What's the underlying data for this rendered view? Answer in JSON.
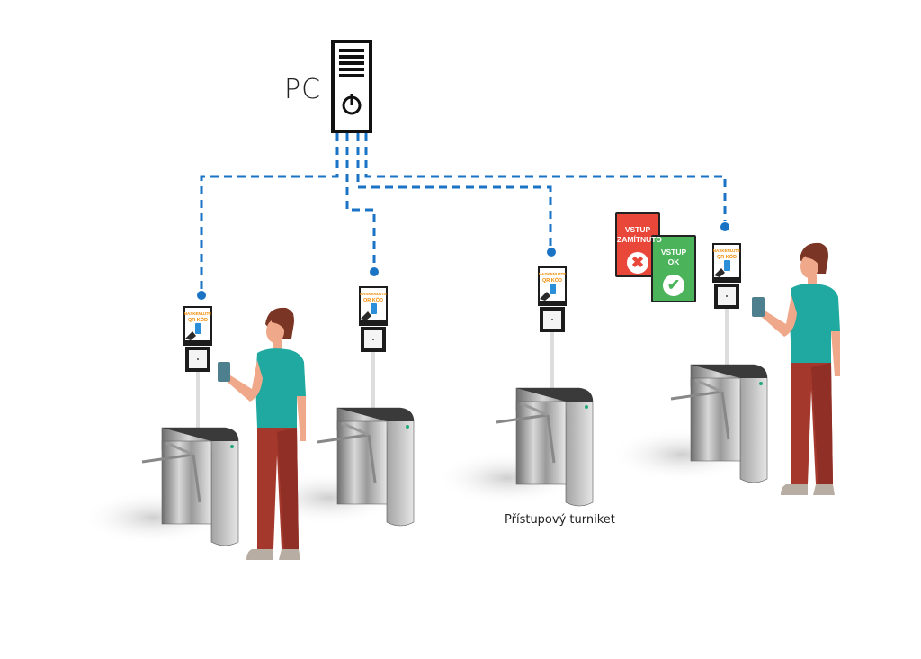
{
  "pc_label": "PC",
  "caption": "Přístupový turniket",
  "kiosk_screen": {
    "line1": "NASKENUJTE",
    "line2": "QR KÓD"
  },
  "signs": {
    "denied": {
      "line1": "VSTUP",
      "line2": "ZAMÍTNUTO",
      "icon": "x-icon",
      "color": "#e8473a"
    },
    "ok": {
      "line1": "VSTUP",
      "line2": "OK",
      "icon": "check-icon",
      "color": "#4bb35a"
    }
  },
  "colors": {
    "network": "#1a73c4",
    "shirt": "#1fa9a0",
    "pants": "#a4382c",
    "hair": "#7b3524"
  }
}
